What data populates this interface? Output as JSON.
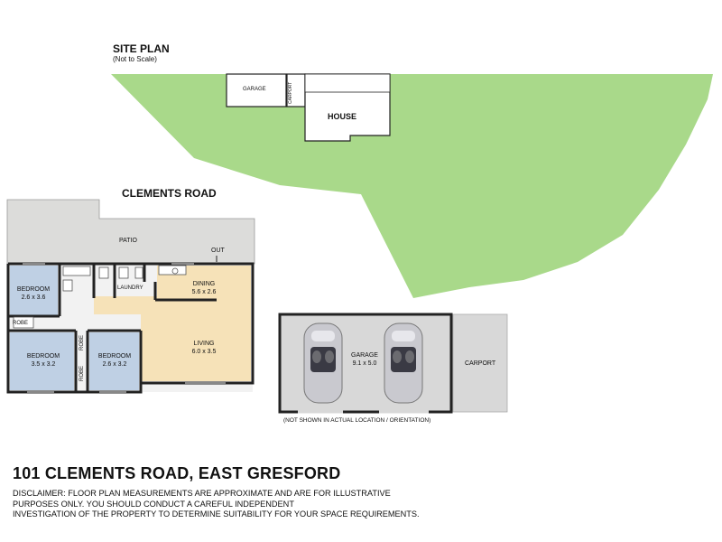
{
  "site_plan": {
    "title": "SITE PLAN",
    "subtitle": "(Not to Scale)",
    "garage": "GARAGE",
    "carport": "CARPORT",
    "house": "HOUSE"
  },
  "street": "CLEMENTS ROAD",
  "floor_plan": {
    "patio": "PATIO",
    "out": "OUT",
    "laundry": "LAUNDRY",
    "robe": "ROBE",
    "rooms": [
      {
        "name": "BEDROOM",
        "size": "2.6 x 3.6"
      },
      {
        "name": "DINING",
        "size": "5.6 x 2.6"
      },
      {
        "name": "BEDROOM",
        "size": "3.5 x 3.2"
      },
      {
        "name": "BEDROOM",
        "size": "2.6 x 3.2"
      },
      {
        "name": "LIVING",
        "size": "6.0 x 3.5"
      }
    ]
  },
  "garage_plan": {
    "garage": "GARAGE",
    "garage_size": "9.1 x 5.0",
    "carport": "CARPORT",
    "note": "(NOT SHOWN IN ACTUAL LOCATION / ORIENTATION)"
  },
  "address": "101 CLEMENTS ROAD, EAST GRESFORD",
  "disclaimer": [
    "DISCLAIMER: FLOOR PLAN MEASUREMENTS ARE APPROXIMATE AND ARE FOR ILLUSTRATIVE",
    "PURPOSES ONLY. YOU SHOULD CONDUCT A CAREFUL INDEPENDENT",
    "INVESTIGATION OF THE PROPERTY TO DETERMINE SUITABILITY FOR YOUR SPACE REQUIREMENTS."
  ],
  "colors": {
    "lot": "#a9d98a",
    "patio": "#dcdcda",
    "floor_wet": "#f2f2f2",
    "floor_bed": "#bfd0e4",
    "floor_living": "#f6e2b8",
    "garage_floor": "#d8d8d8",
    "wall": "#222222"
  }
}
